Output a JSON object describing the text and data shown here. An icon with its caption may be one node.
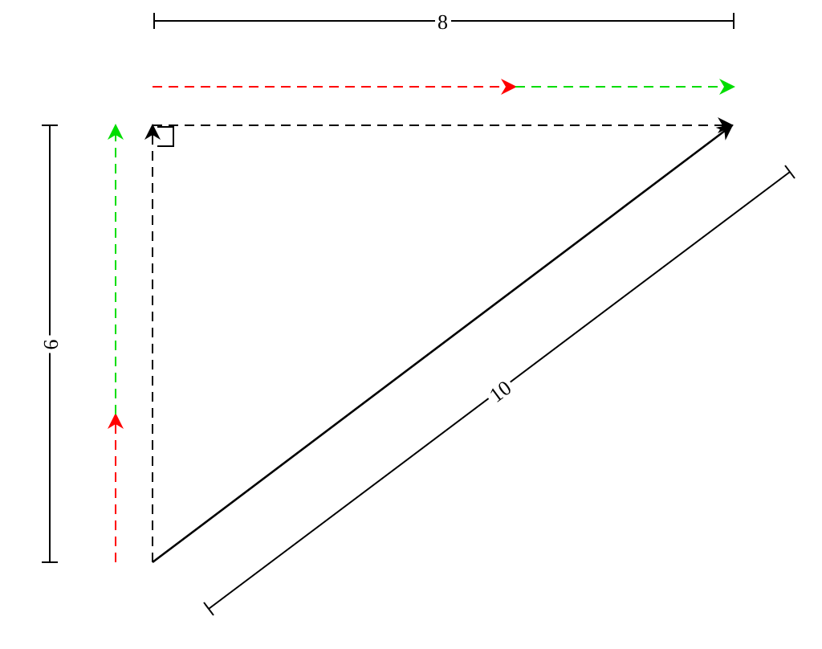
{
  "diagram": {
    "labels": [
      "8",
      "6",
      "10"
    ]
  }
}
